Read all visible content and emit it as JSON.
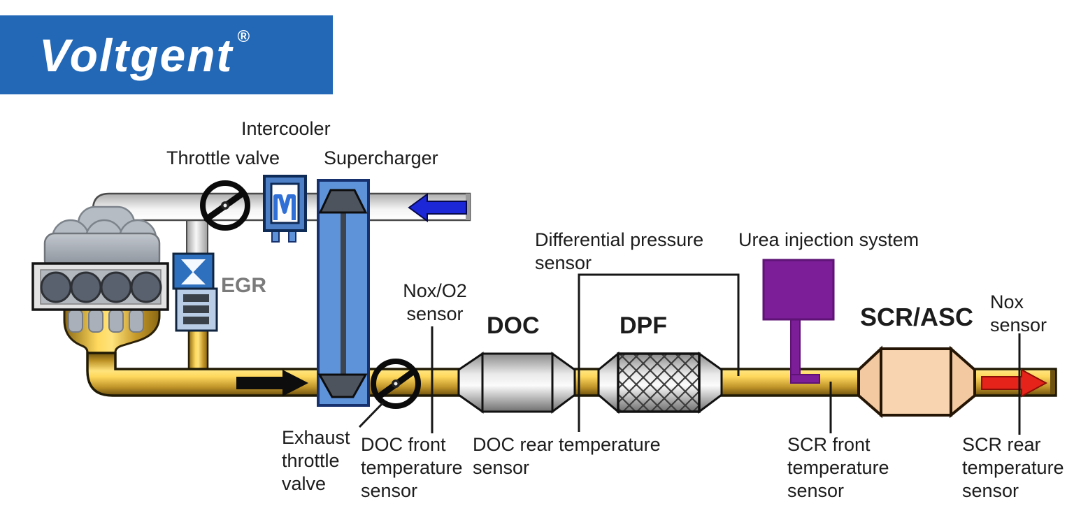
{
  "logo": {
    "brand": "Voltgent",
    "registered_mark": "®",
    "bg_color": "#2268b6",
    "text_color": "#ffffff"
  },
  "labels": {
    "intercooler": "Intercooler",
    "throttle_valve": "Throttle valve",
    "supercharger": "Supercharger",
    "egr": "EGR",
    "nox_o2_sensor": {
      "lines": [
        "Nox/O2",
        "sensor"
      ]
    },
    "doc": "DOC",
    "dpf": "DPF",
    "differential_pressure_sensor": {
      "lines": [
        "Differential pressure",
        "sensor"
      ]
    },
    "urea_injection_system": "Urea injection system",
    "scr_asc": "SCR/ASC",
    "nox_sensor": {
      "lines": [
        "Nox",
        "sensor"
      ]
    },
    "exhaust_throttle_valve": {
      "lines": [
        "Exhaust",
        "throttle",
        "valve"
      ]
    },
    "doc_front_temperature_sensor": {
      "lines": [
        "DOC front",
        "temperature",
        "sensor"
      ]
    },
    "doc_rear_temperature_sensor": {
      "lines": [
        "DOC rear temperature",
        "sensor"
      ]
    },
    "scr_front_temperature_sensor": {
      "lines": [
        "SCR front",
        "temperature",
        "sensor"
      ]
    },
    "scr_rear_temperature_sensor": {
      "lines": [
        "SCR rear",
        "temperature",
        "sensor"
      ]
    }
  },
  "colors": {
    "logo_blue": "#2268b6",
    "pipe_yellow": "#ffd95e",
    "pipe_silver": "#f2f2f2",
    "supercharger_blue": "#5f93d9",
    "intercooler_blue": "#4c7fc6",
    "egr_valve_blue": "#2e6fbe",
    "urea_purple": "#7b1e97",
    "scr_peach": "#f8d5b0",
    "flow_arrow_black": "#0d0d0d",
    "flow_arrow_blue": "#1c27d8",
    "flow_arrow_red": "#e6231a",
    "label_gray": "#7b7b7b",
    "line_black": "#161616"
  }
}
